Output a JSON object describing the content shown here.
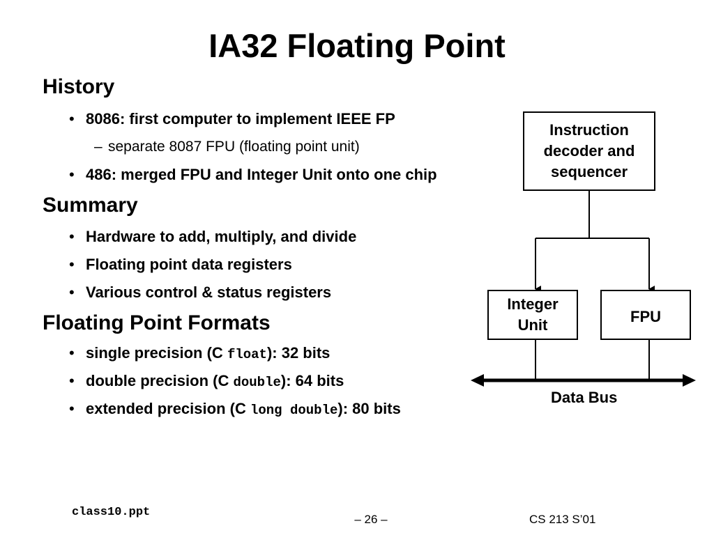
{
  "title": "IA32 Floating Point",
  "sections": {
    "history": {
      "heading": "History",
      "bullet1": "8086: first computer to implement IEEE FP",
      "sub1": "separate 8087 FPU (floating point unit)",
      "bullet2": "486: merged FPU and Integer Unit onto one chip"
    },
    "summary": {
      "heading": "Summary",
      "bullet1": "Hardware to add, multiply, and divide",
      "bullet2": "Floating point data registers",
      "bullet3": "Various control & status registers"
    },
    "formats": {
      "heading": "Floating Point Formats",
      "single": {
        "pre": "single precision (C ",
        "code": "float",
        "post": "): 32 bits"
      },
      "double": {
        "pre": "double precision (C ",
        "code": "double",
        "post": "): 64 bits"
      },
      "extended": {
        "pre": "extended precision (C ",
        "code": "long double",
        "post": "): 80 bits"
      }
    }
  },
  "bullet_glyph": "•",
  "dash_glyph": "–",
  "diagram": {
    "decoder_line1": "Instruction",
    "decoder_line2": "decoder and",
    "decoder_line3": "sequencer",
    "integer_line1": "Integer",
    "integer_line2": "Unit",
    "fpu": "FPU",
    "bus": "Data Bus"
  },
  "footer": {
    "file": "class10.ppt",
    "page": "– 26 –",
    "course": "CS 213 S’01"
  }
}
